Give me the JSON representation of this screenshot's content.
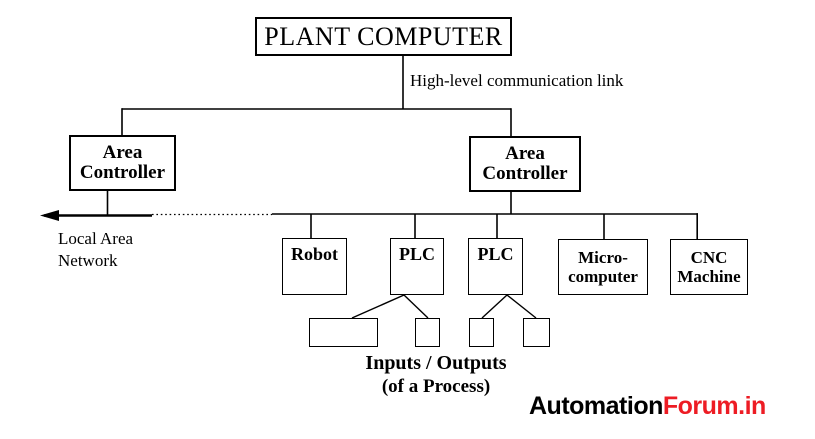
{
  "nodes": {
    "plant_computer": "PLANT COMPUTER",
    "area_controller_left_line1": "Area",
    "area_controller_left_line2": "Controller",
    "area_controller_right_line1": "Area",
    "area_controller_right_line2": "Controller",
    "robot": "Robot",
    "plc_left": "PLC",
    "plc_right": "PLC",
    "microcomputer_line1": "Micro-",
    "microcomputer_line2": "computer",
    "cnc_line1": "CNC",
    "cnc_line2": "Machine"
  },
  "labels": {
    "high_level_link": "High-level communication link",
    "lan_line1": "Local Area",
    "lan_line2": "Network",
    "io_caption_line1": "Inputs / Outputs",
    "io_caption_line2": "(of a Process)"
  },
  "watermark": {
    "prefix": "Automation",
    "suffix": "Forum.in",
    "suffix_color": "#ed1c24"
  },
  "colors": {
    "line": "#000000",
    "background": "#ffffff"
  }
}
